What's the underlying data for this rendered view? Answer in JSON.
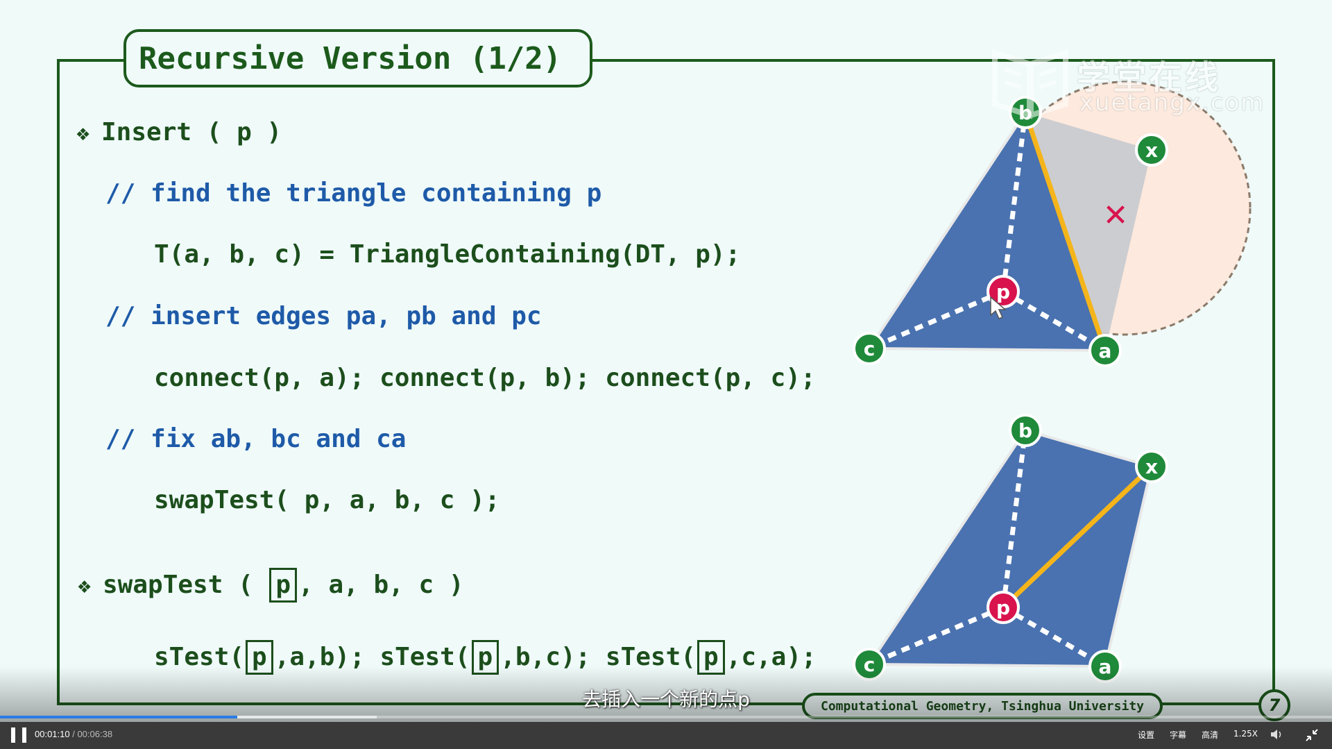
{
  "slide": {
    "title": "Recursive Version (1/2)",
    "code_lines": [
      {
        "kind": "bullet",
        "text": "Insert ( p )"
      },
      {
        "kind": "comment",
        "text": "// find the triangle containing p"
      },
      {
        "kind": "code",
        "text": "T(a, b, c) = TriangleContaining(DT, p);"
      },
      {
        "kind": "comment",
        "text": "// insert edges pa, pb and pc"
      },
      {
        "kind": "code",
        "text": "connect(p, a); connect(p, b); connect(p, c);"
      },
      {
        "kind": "comment",
        "text": "// fix ab, bc and ca"
      },
      {
        "kind": "code",
        "text": "swapTest( p, a, b, c );"
      }
    ],
    "swaptest_header": {
      "pre": "swapTest ( ",
      "boxed": "p",
      "post": ", a, b, c )"
    },
    "stest_line": [
      {
        "pre": "sTest(",
        "boxed": "p",
        "post": ",a,b); "
      },
      {
        "pre": "sTest(",
        "boxed": "p",
        "post": ",b,c); "
      },
      {
        "pre": "sTest(",
        "boxed": "p",
        "post": ",c,a);"
      }
    ],
    "footer": "Computational Geometry, Tsinghua University",
    "page_number": "7",
    "bullet_glyph": "❖"
  },
  "diagram_labels": {
    "b": "b",
    "x": "x",
    "p": "p",
    "c": "c",
    "a": "a",
    "cross": "✕"
  },
  "watermark": {
    "cn": "学堂在线",
    "en": "xuetangx.com"
  },
  "subtitle": "去插入一个新的点p",
  "player": {
    "current_time": "00:01:10",
    "separator": " / ",
    "duration": "00:06:38",
    "progress_played": 0.178,
    "progress_buffered": 0.283,
    "settings_label": "设置",
    "captions_label": "字幕",
    "quality_label": "高清",
    "speed_label": "1.25X"
  },
  "colors": {
    "frame_green": "#1c5a1c",
    "comment_blue": "#1e5aa8",
    "triangle_blue": "#4a72b0",
    "edge_orange": "#f5b51a",
    "node_green": "#1f8a3a",
    "node_red": "#d8134d",
    "circle_fill": "#fde9dd"
  }
}
